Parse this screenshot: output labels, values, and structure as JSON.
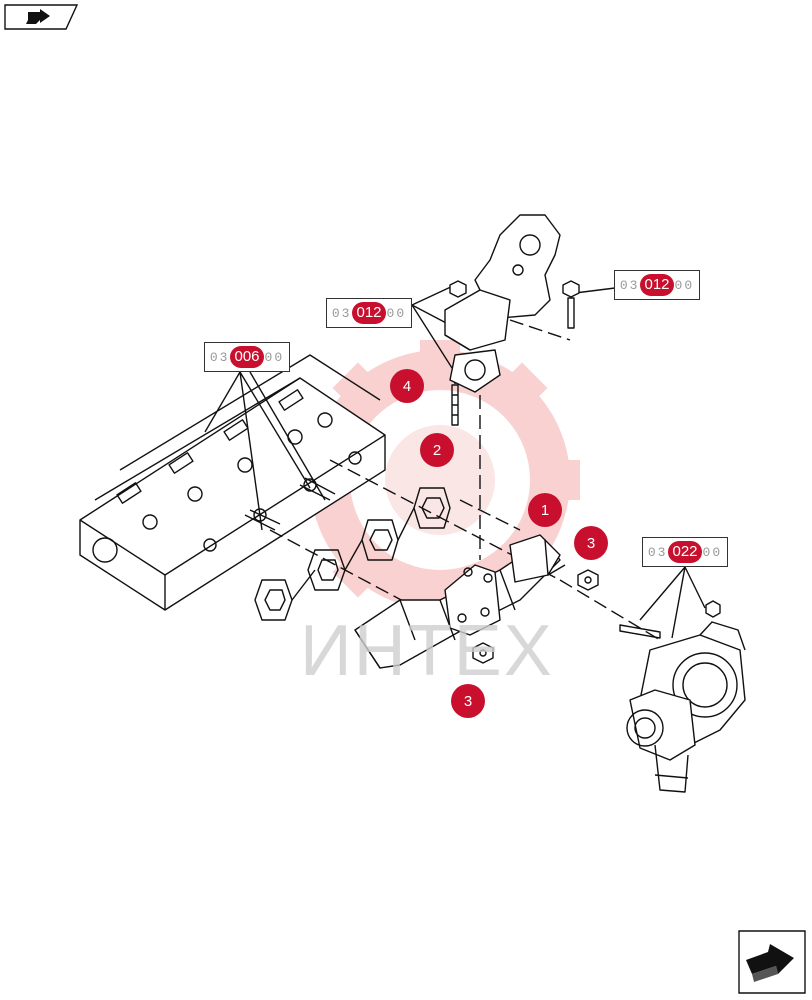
{
  "references": [
    {
      "pre": "03",
      "mid": "012",
      "post": "00"
    },
    {
      "pre": "03",
      "mid": "012",
      "post": "00"
    },
    {
      "pre": "03",
      "mid": "006",
      "post": "00"
    },
    {
      "pre": "03",
      "mid": "022",
      "post": "00"
    }
  ],
  "callouts": [
    "1",
    "2",
    "3",
    "3",
    "4"
  ],
  "watermark": "ИНТЕХ",
  "icons": {
    "prev": "page-back-icon",
    "next": "page-forward-icon"
  },
  "colors": {
    "callout": "#c8102e",
    "watermark_gear": "#f4b7b7"
  }
}
